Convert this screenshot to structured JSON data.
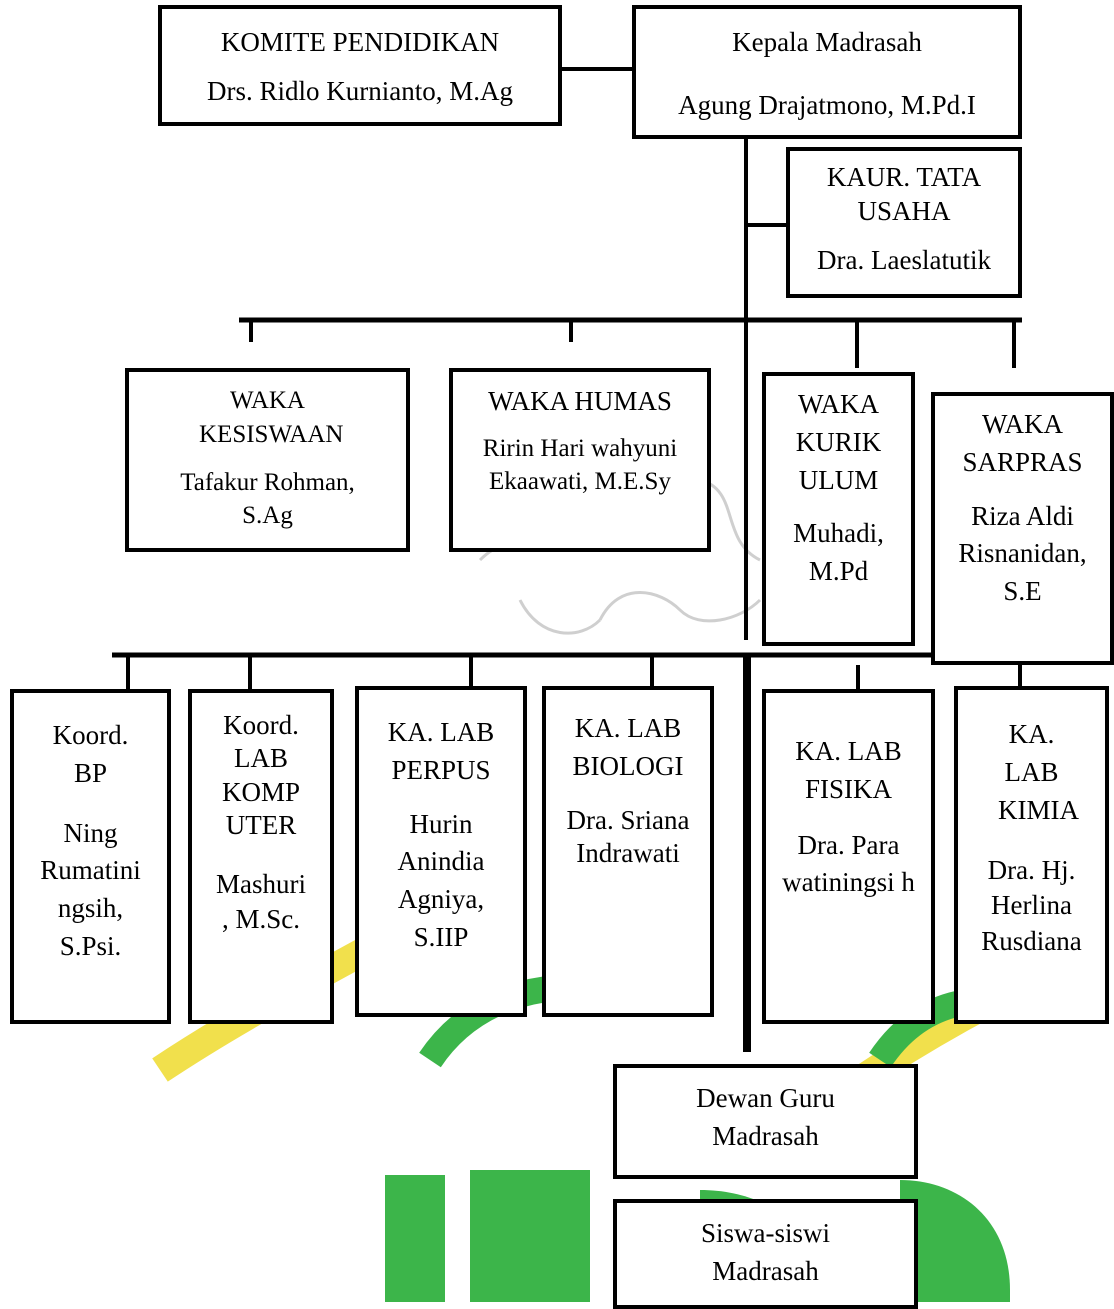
{
  "watermark_colors": {
    "green": "#3cb54a",
    "yellow": "#f1e04c",
    "outline": "#c9c9c9"
  },
  "committee": {
    "title": "KOMITE PENDIDIKAN",
    "name": "Drs. Ridlo Kurnianto, M.Ag"
  },
  "head": {
    "title": "Kepala Madrasah",
    "name": "Agung Drajatmono, M.Pd.I"
  },
  "admin": {
    "title": "KAUR. TATA USAHA",
    "name": "Dra. Laeslatutik"
  },
  "waka": {
    "kesiswaan": {
      "title": "WAKA KESISWAAN",
      "name": "Tafakur Rohman, S.Ag"
    },
    "humas": {
      "title": "WAKA HUMAS",
      "name": "Ririn Hari wahyuni Ekaawati, M.E.Sy"
    },
    "kurikulum": {
      "title": "WAKA KURIK ULUM",
      "name": "Muhadi, M.Pd"
    },
    "sarpras": {
      "title": "WAKA SARPRAS",
      "name": "Riza Aldi Risnanidan, S.E"
    }
  },
  "coord": {
    "bp": {
      "title": "Koord. BP",
      "name": "Ning Rumatini ngsih, S.Psi."
    },
    "komputer": {
      "title": "Koord. LAB KOMP UTER",
      "name": "Mashuri , M.Sc."
    },
    "perpus": {
      "title": "KA. LAB PERPUS",
      "name": "Hurin Anindia Agniya, S.IIP"
    },
    "biologi": {
      "title": "KA. LAB BIOLOGI",
      "name": "Dra. Sriana Indrawati"
    },
    "fisika": {
      "title": "KA. LAB FISIKA",
      "name": "Dra. Para watiningsi h"
    },
    "kimia": {
      "title": "KA. LAB KIMIA",
      "name": "Dra. Hj. Herlina Rusdiana"
    }
  },
  "teachers": {
    "label": "Dewan Guru Madrasah"
  },
  "students": {
    "label": "Siswa-siswi Madrasah"
  }
}
